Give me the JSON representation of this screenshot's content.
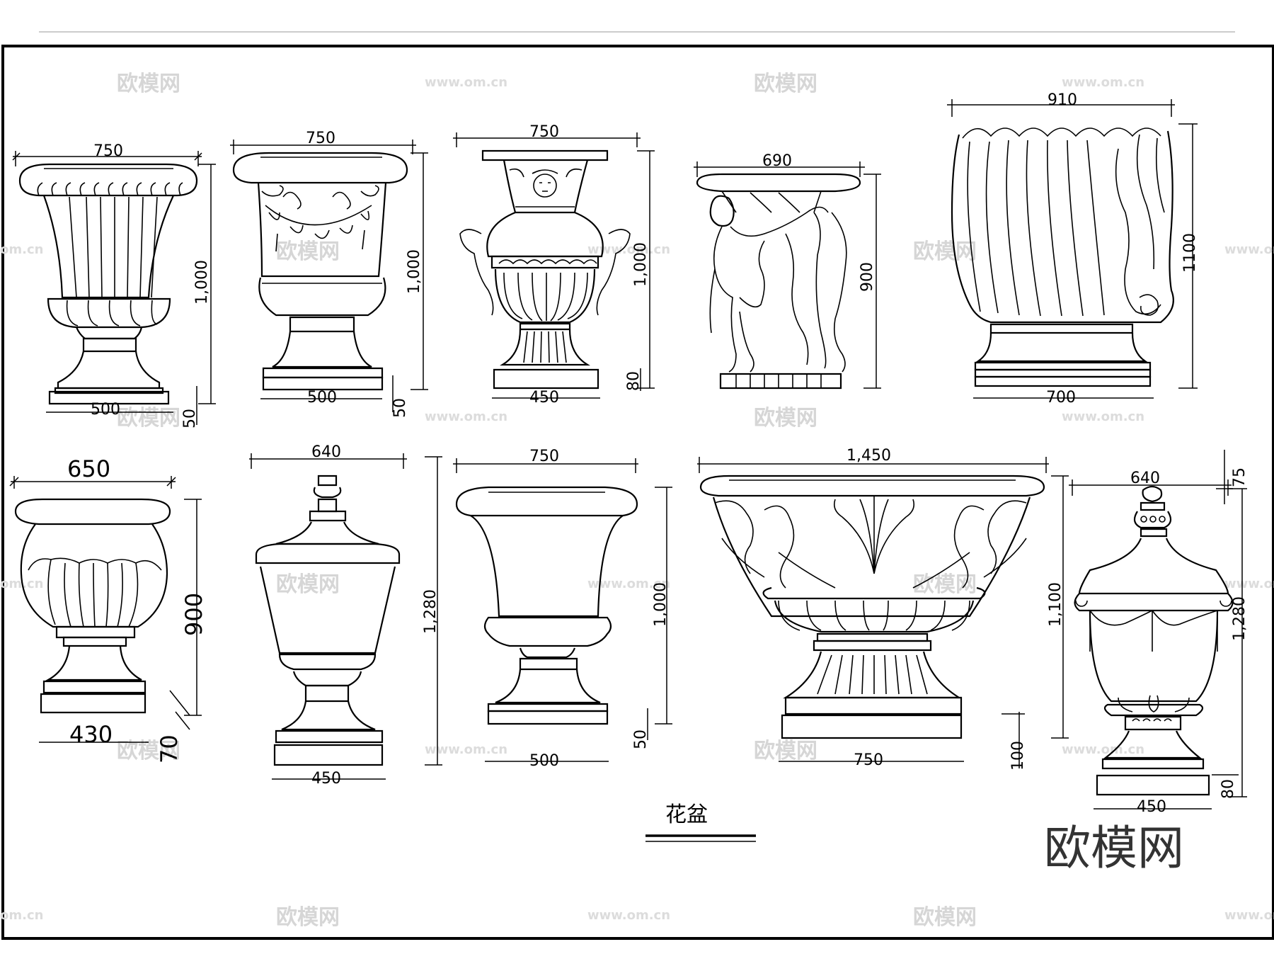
{
  "title": "花盆",
  "brand_watermark": "欧模网",
  "watermark_text": "欧模网",
  "watermark_url": "www.om.cn",
  "watermark_url_short": "om.cn",
  "vases": [
    {
      "width": "750",
      "height": "1,000",
      "base_width": "500",
      "base_height": "50"
    },
    {
      "width": "750",
      "height": "1,000",
      "base_width": "500",
      "base_height": "50"
    },
    {
      "width": "750",
      "height": "1,000",
      "base_width": "450",
      "base_height": "80"
    },
    {
      "width": "690",
      "height": "900"
    },
    {
      "width": "910",
      "height": "1100",
      "base_width": "700"
    },
    {
      "width": "650",
      "height": "900",
      "base_width": "430",
      "base_height": "70"
    },
    {
      "width": "640",
      "height": "1,280",
      "base_width": "450"
    },
    {
      "width": "750",
      "height": "1,000",
      "base_width": "500",
      "base_height": "50"
    },
    {
      "width": "1,450",
      "height": "1,100",
      "base_width": "750",
      "base_height": "100"
    },
    {
      "width": "640",
      "height": "1,280",
      "base_width": "450",
      "base_height": "80",
      "top_height": "75"
    }
  ]
}
